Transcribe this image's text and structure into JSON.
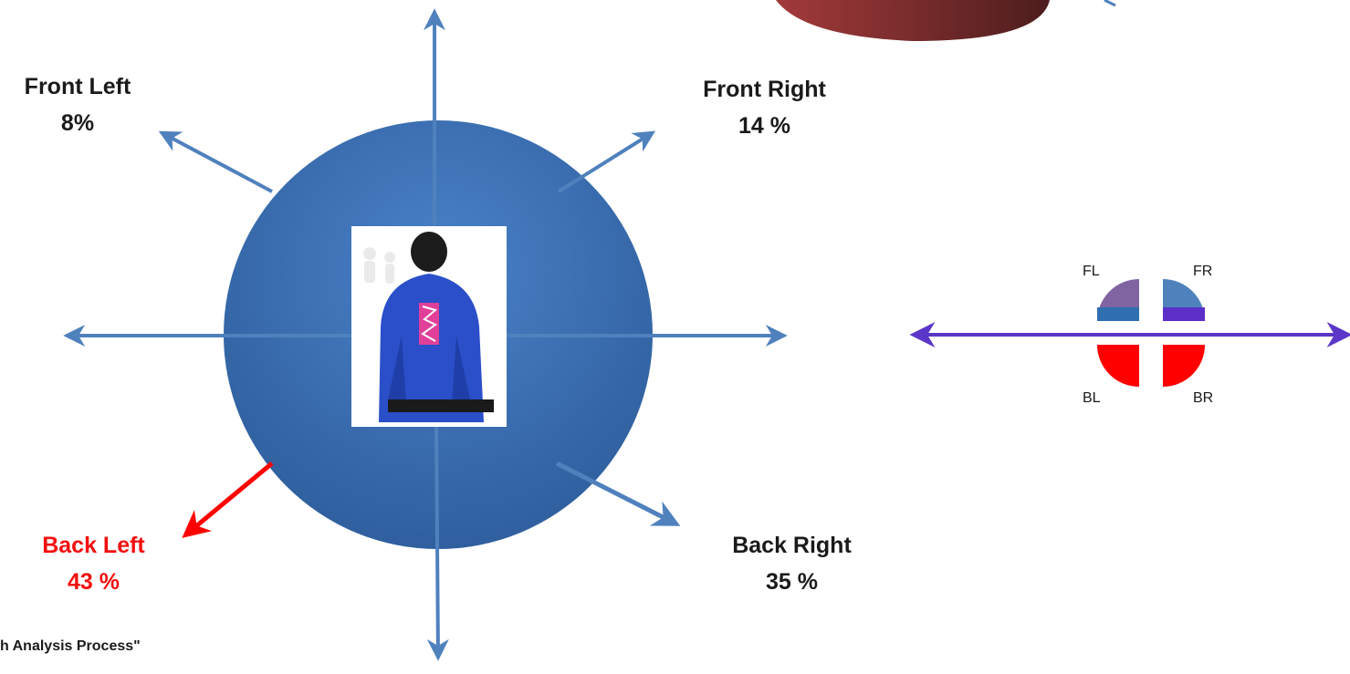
{
  "directions": {
    "front_left": {
      "label": "Front Left",
      "value": "8%"
    },
    "front_right": {
      "label": "Front Right",
      "value": "14 %"
    },
    "back_left": {
      "label": "Back Left",
      "value": "43 %"
    },
    "back_right": {
      "label": "Back Right",
      "value": "35 %"
    }
  },
  "mini_quadrants": {
    "fl": "FL",
    "fr": "FR",
    "bl": "BL",
    "br": "BR"
  },
  "caption": {
    "line1": "h Analysis Process\""
  },
  "colors": {
    "arrow": "#4f81bd",
    "highlight": "#ff0000",
    "circle": "#3a70b8",
    "axis": "#5b36c8",
    "quad_purple": "#8064a2",
    "quad_blue": "#4f81bd",
    "quad_red": "#ff0000"
  }
}
